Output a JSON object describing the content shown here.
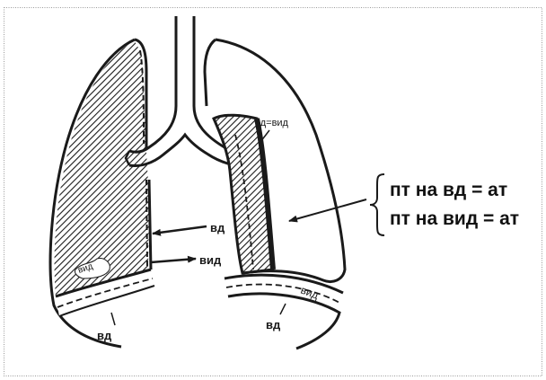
{
  "labels": {
    "vd_arrow": "вд",
    "vid_arrow": "вид",
    "vd_vid_top": "вд=вид",
    "vid_left_lobe": "вид",
    "vd_left_bottom": "вд",
    "vid_right_bottom": "вид",
    "vd_right_bottom": "вд",
    "eq_line1": "пт на вд = ат",
    "eq_line2": "пт на вид = ат"
  },
  "colors": {
    "ink": "#1a1a1a",
    "background": "#ffffff",
    "frame": "#9a9a9a"
  }
}
